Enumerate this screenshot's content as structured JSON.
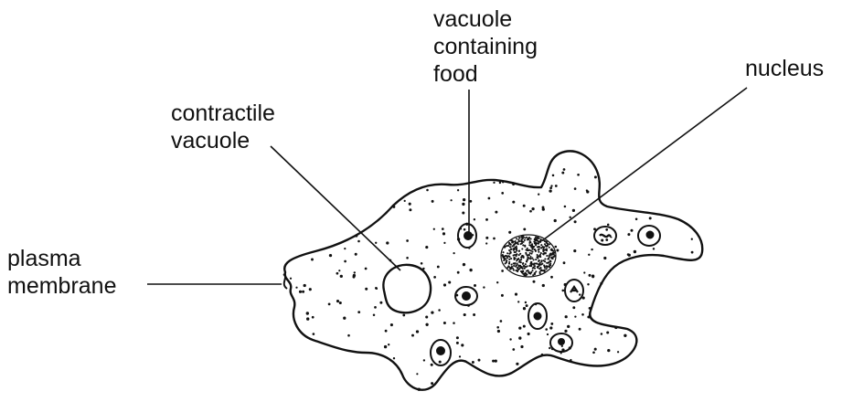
{
  "labels": {
    "vacuole_food": [
      "vacuole",
      "containing",
      "food"
    ],
    "nucleus": [
      "nucleus"
    ],
    "contractile_vacuole": [
      "contractile",
      "vacuole"
    ],
    "plasma_membrane": [
      "plasma",
      "membrane"
    ]
  },
  "colors": {
    "stroke": "#111111",
    "background": "#ffffff"
  }
}
